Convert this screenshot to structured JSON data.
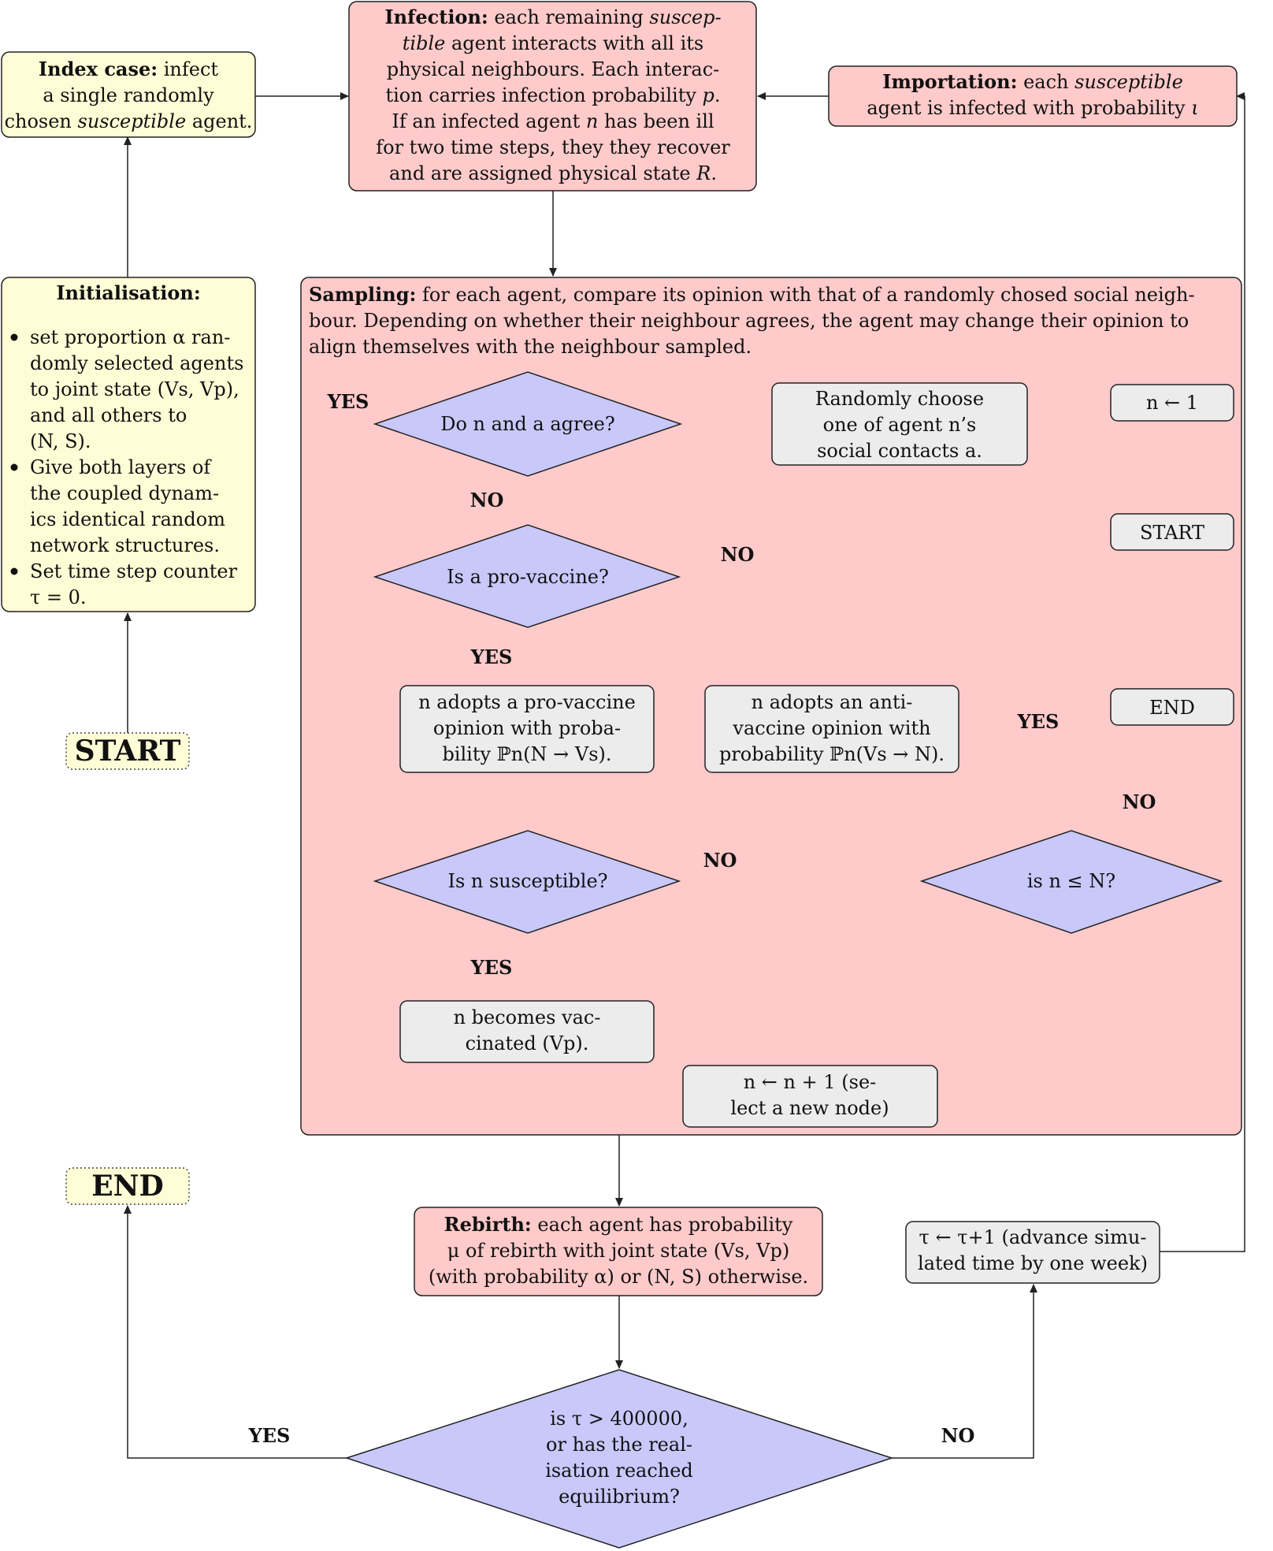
{
  "colors": {
    "yellow_box": "#fffdd6",
    "red_box": "#ffcaca",
    "gray_box": "#ececec",
    "decision": "#c8c8fb",
    "line": "#222222"
  },
  "boxes": {
    "index_case": {
      "title": "Index case:",
      "text1": " infect",
      "text2": "a single randomly",
      "text3": "chosen ",
      "text3_it": "susceptible",
      "text3_end": " agent."
    },
    "infection": {
      "title": "Infection:",
      "l1": " each remaining ",
      "l1_it": "suscep-",
      "l2_it": "tible",
      "l2": " agent interacts with all its",
      "l3": "physical neighbours. Each interac-",
      "l4": "tion carries infection probability ",
      "l4_it": "p",
      "l4_end": ".",
      "l5": "If an infected agent ",
      "l5_it": "n",
      "l5_end": " has been ill",
      "l6": "for two time steps, they they recover",
      "l7": "and are assigned physical state ",
      "l7_it": "R",
      "l7_end": "."
    },
    "importation": {
      "title": "Importation:",
      "l1": " each ",
      "l1_it": "susceptible",
      "l2": "agent is infected with probability ",
      "l2_sym": "ι"
    },
    "initialisation": {
      "title": "Initialisation:",
      "b1": [
        "set proportion α ran-",
        "domly selected agents",
        "to joint state (Vs, Vp),",
        "and all others to",
        "(N, S)."
      ],
      "b2": [
        "Give both layers of",
        "the coupled dynam-",
        "ics identical random",
        "network structures."
      ],
      "b3": [
        "Set time step counter",
        "τ = 0."
      ]
    },
    "start_big": "START",
    "end_big": "END",
    "sampling": {
      "title": "Sampling:",
      "l1": " for each agent, compare its opinion with that of a randomly chosed social neigh-",
      "l2": "bour. Depending on whether their neighbour agrees, the agent may change their opinion to",
      "l3": "align themselves with the neighbour sampled."
    },
    "n_assign": "n ← 1",
    "start_small": "START",
    "end_small": "END",
    "choose": [
      "Randomly choose",
      "one of agent n’s",
      "social contacts a."
    ],
    "adopt_pro": [
      "n adopts a pro-vaccine",
      "opinion with proba-",
      "bility ℙn(N → Vs)."
    ],
    "adopt_anti": [
      "n adopts an anti-",
      "vaccine opinion with",
      "probability ℙn(Vs → N)."
    ],
    "vaccinated": [
      "n becomes vac-",
      "cinated (Vp)."
    ],
    "next_node": [
      "n ← n + 1 (se-",
      "lect a new node)"
    ],
    "rebirth": {
      "title": "Rebirth:",
      "l1": " each agent has probability",
      "l2": "μ of rebirth with joint state (Vs, Vp)",
      "l3": "(with probability α) or (N, S) otherwise."
    },
    "advance": [
      "τ ← τ+1 (advance simu-",
      "lated time by one week)"
    ]
  },
  "decisions": {
    "agree": "Do n and a agree?",
    "pro": "Is a pro-vaccine?",
    "susceptible": "Is n susceptible?",
    "le_n": "is n ≤ N?",
    "stop": [
      "is τ > 400000,",
      "or has the real-",
      "isation reached",
      "equilibrium?"
    ]
  },
  "edge_labels": {
    "yes": "YES",
    "no": "NO"
  }
}
